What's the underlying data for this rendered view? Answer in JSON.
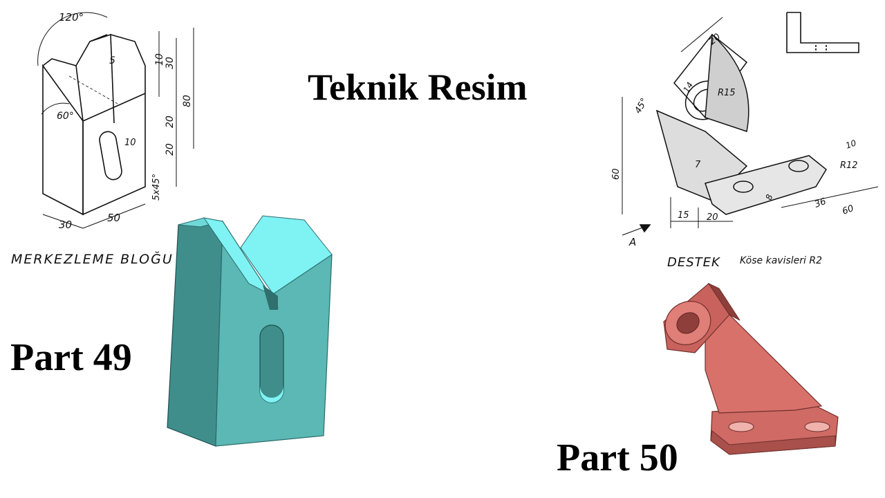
{
  "title": "Teknik Resim",
  "part_left": {
    "label": "Part 49",
    "drawing_caption": "MERKEZLEME BLOĞU",
    "dimensions": [
      "120°",
      "60°",
      "5",
      "10",
      "30",
      "80",
      "20",
      "20",
      "10",
      "5x45°",
      "50",
      "30"
    ]
  },
  "part_right": {
    "label": "Part 50",
    "drawing_caption": "DESTEK",
    "note": "Köse kavisleri R2",
    "view_label": "A",
    "dimensions": [
      "20",
      "14",
      "R15",
      "45°",
      "60",
      "7",
      "15",
      "20",
      "8",
      "36",
      "60",
      "10",
      "R12"
    ]
  },
  "colors": {
    "model_left_front": "#5bb8b4",
    "model_left_top": "#7ff2f4",
    "model_left_side": "#3f8e8c",
    "model_right": "#d9716b",
    "model_right_dark": "#8f3f3b"
  }
}
